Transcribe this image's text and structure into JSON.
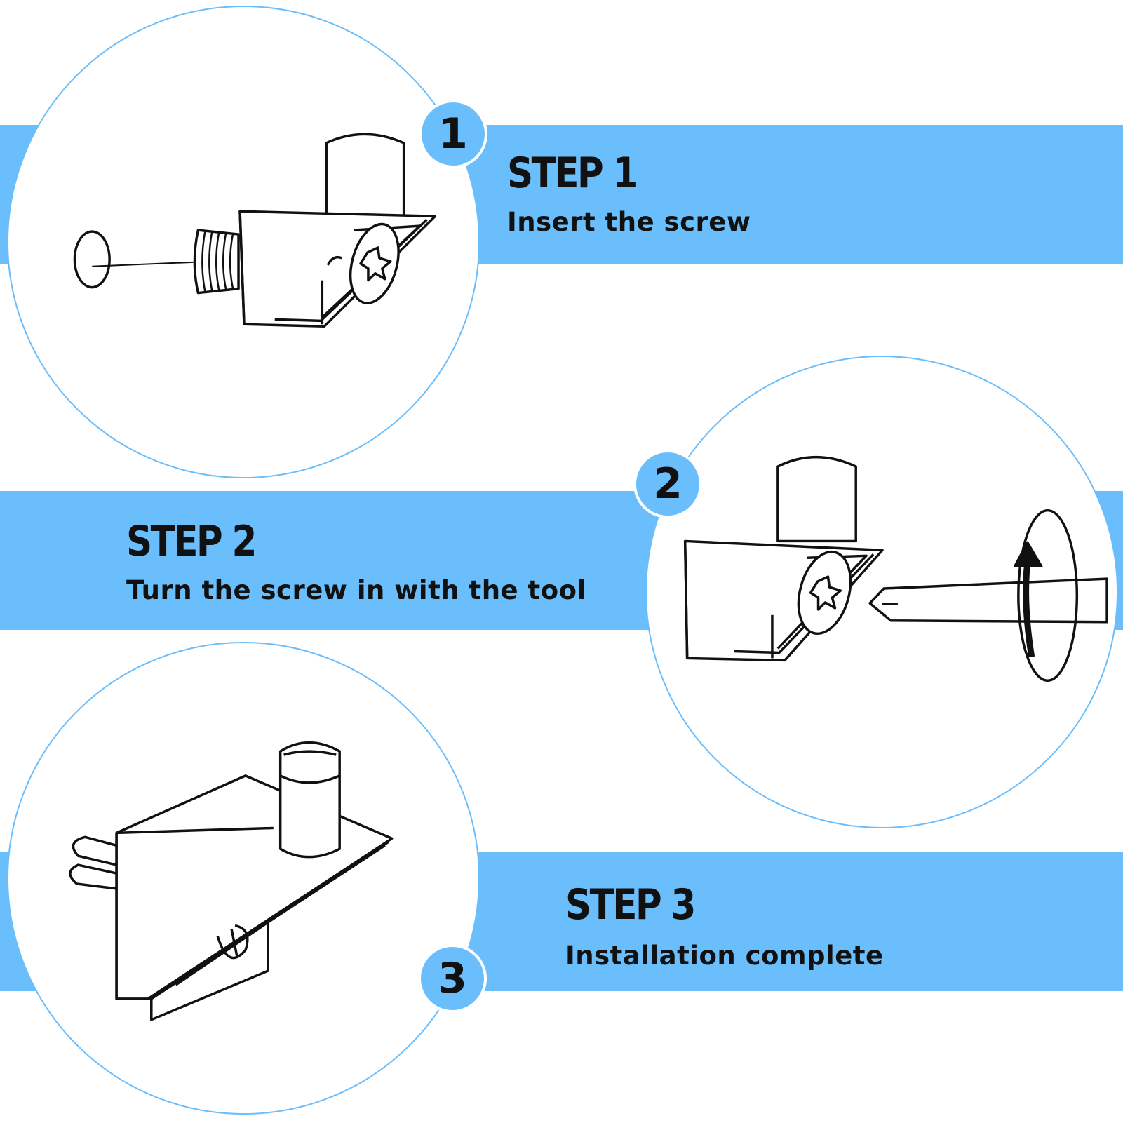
{
  "steps": [
    {
      "number": "1",
      "title": "STEP 1",
      "description": "Insert the screw"
    },
    {
      "number": "2",
      "title": "STEP 2",
      "description": "Turn the screw in with the tool"
    },
    {
      "number": "3",
      "title": "STEP 3",
      "description": "Installation complete"
    }
  ],
  "colors": {
    "accent": "#6bbefc",
    "text": "#111111",
    "background": "#ffffff",
    "line": "#111111"
  }
}
